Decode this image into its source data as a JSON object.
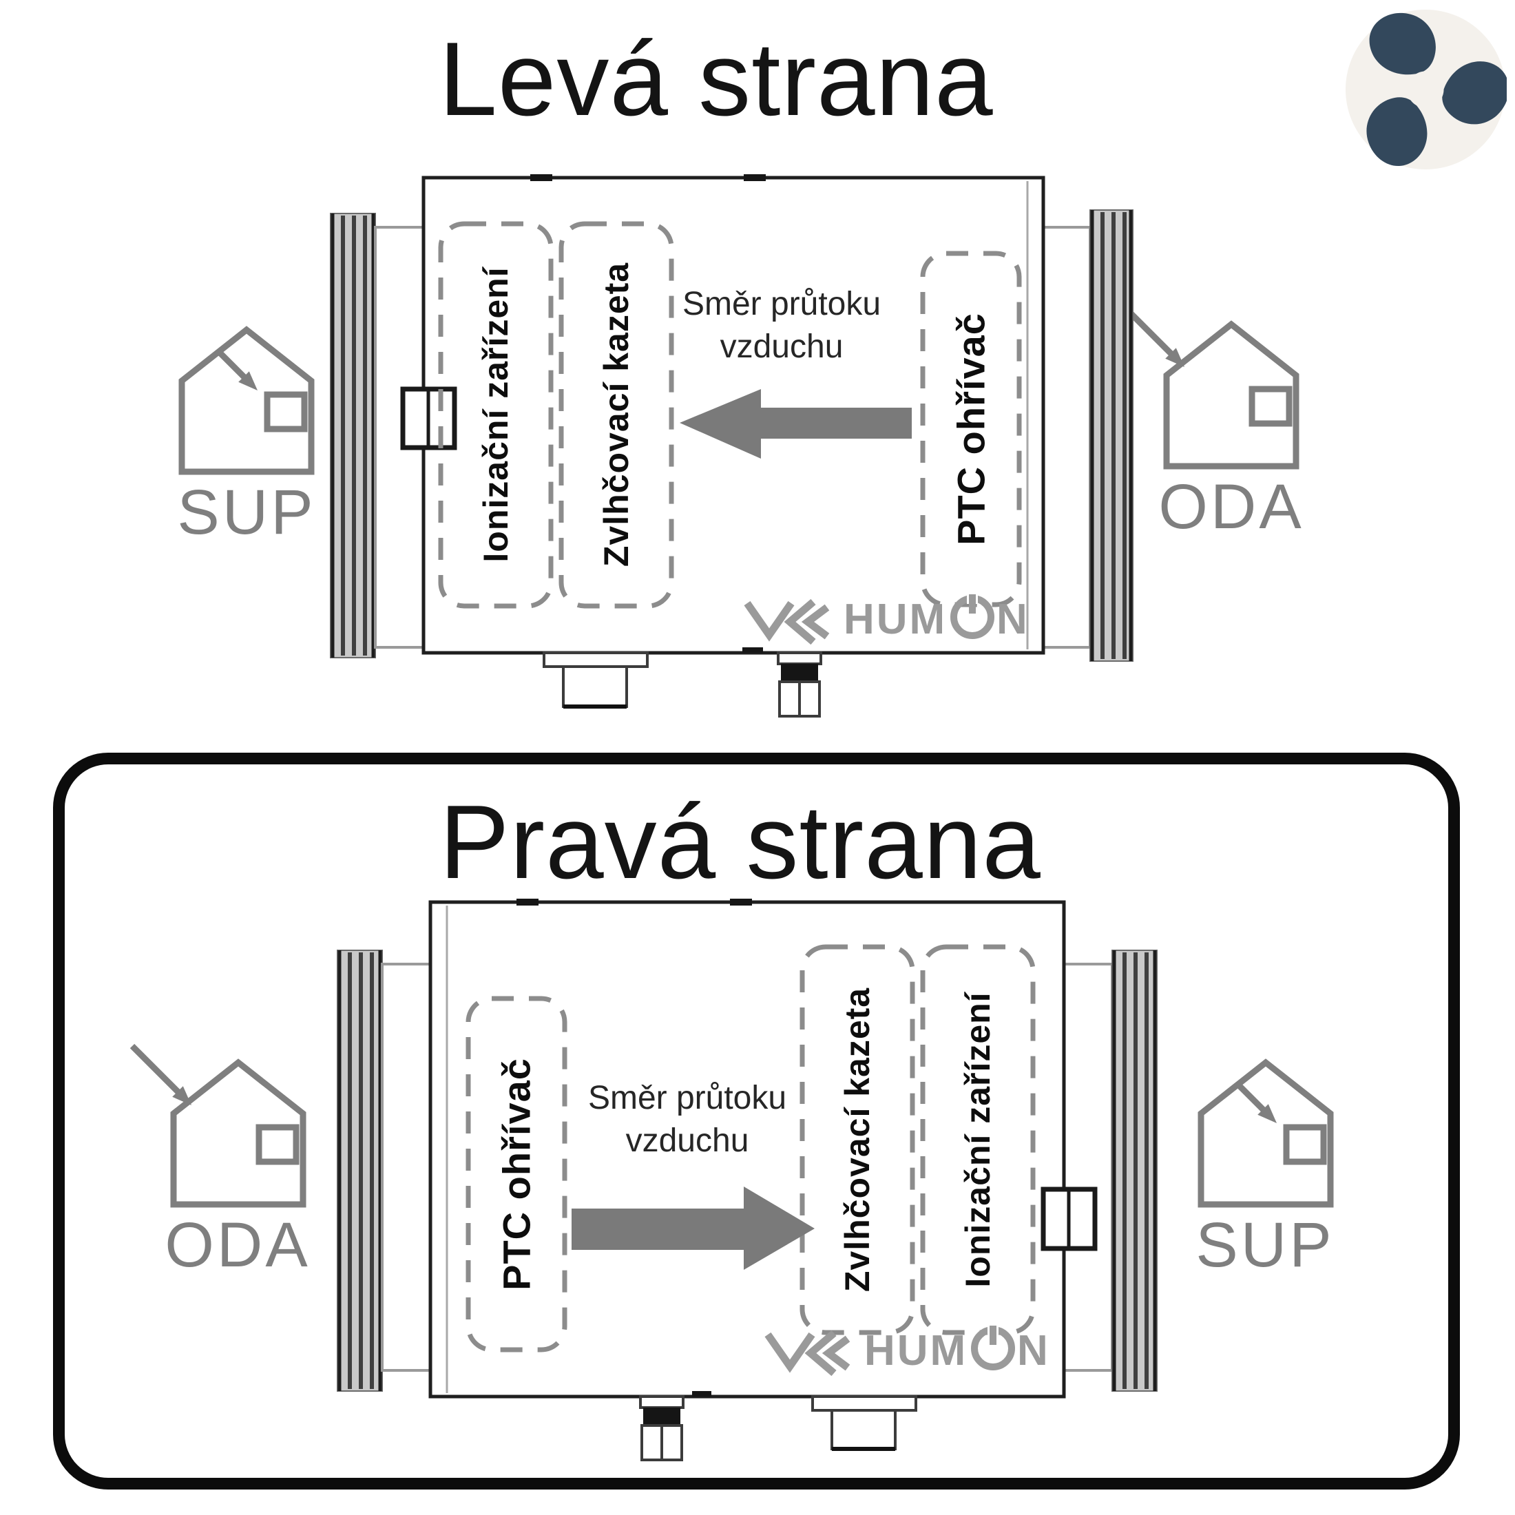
{
  "colors": {
    "background": "#ffffff",
    "outline_dark": "#1f1f1f",
    "diagram_gray": "#7f7f7f",
    "dashed_gray": "#8c8c8c",
    "arrow_gray": "#7a7a7a",
    "logo_gray": "#9a9a9a",
    "fan_badge_bg": "#f4f1ec",
    "fan_blade": "#33485c"
  },
  "icons": {
    "corner_badge": "fan-icon",
    "brand_mark": "mk-monogram-icon",
    "logo_o": "power-icon",
    "house": "house-icon"
  },
  "left_section": {
    "title": "Levá strana",
    "airflow": {
      "line1": "Směr průtoku",
      "line2": "vzduchu"
    },
    "modules": {
      "ionizer": "Ionizační zařízení",
      "humidifier_cassette": "Zvlhčovací kazeta",
      "ptc_heater": "PTC ohřívač"
    },
    "houses": {
      "left": "SUP",
      "right": "ODA"
    },
    "logo": {
      "brand": "HUMON",
      "brand_left": "HUM",
      "brand_right": "N"
    }
  },
  "right_section": {
    "title": "Pravá strana",
    "airflow": {
      "line1": "Směr průtoku",
      "line2": "vzduchu"
    },
    "modules": {
      "ionizer": "Ionizační zařízení",
      "humidifier_cassette": "Zvlhčovací kazeta",
      "ptc_heater": "PTC ohřívač"
    },
    "houses": {
      "left": "ODA",
      "right": "SUP"
    },
    "logo": {
      "brand": "HUMON",
      "brand_left": "HUM",
      "brand_right": "N"
    }
  }
}
